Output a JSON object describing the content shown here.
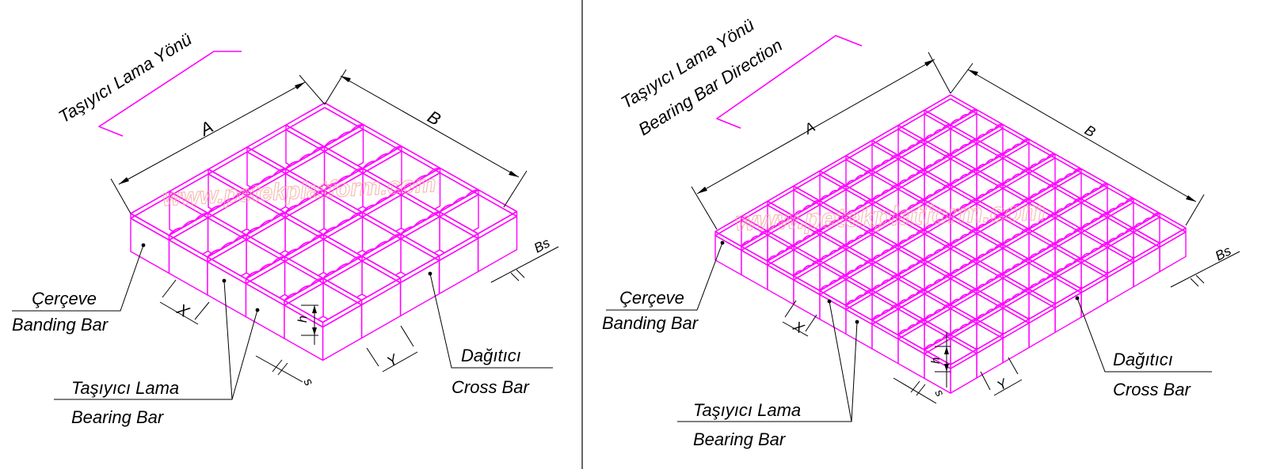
{
  "colors": {
    "grating": "#ff00ff",
    "ink": "#000000",
    "watermark": "#f4a9a0"
  },
  "divider": true,
  "panels": [
    {
      "id": "left",
      "direction_label": "Taşıyıcı Lama Yönü",
      "direction_label_2": "",
      "watermark": "www.petekplatform.com",
      "dims": {
        "A": "A",
        "B": "B",
        "Bs": "Bs",
        "X": "X",
        "Y": "Y",
        "h": "h",
        "s": "s"
      },
      "frame_tr": "Çerçeve",
      "frame_en": "Banding Bar",
      "cross_tr": "Dağıtıcı",
      "cross_en": "Cross Bar",
      "bearing_tr": "Taşıyıcı Lama",
      "bearing_en": "Bearing Bar"
    },
    {
      "id": "right",
      "direction_label": "Taşıyıcı Lama Yönü",
      "direction_label_2": "Bearing Bar Direction",
      "watermark": "www.petekplatform.com",
      "dims": {
        "A": "A",
        "B": "B",
        "Bs": "Bs",
        "X": "X",
        "Y": "Y",
        "h": "h",
        "s": "s"
      },
      "frame_tr": "Çerçeve",
      "frame_en": "Banding Bar",
      "cross_tr": "Dağıtıcı",
      "cross_en": "Cross Bar",
      "bearing_tr": "Taşıyıcı Lama",
      "bearing_en": "Bearing Bar"
    }
  ]
}
